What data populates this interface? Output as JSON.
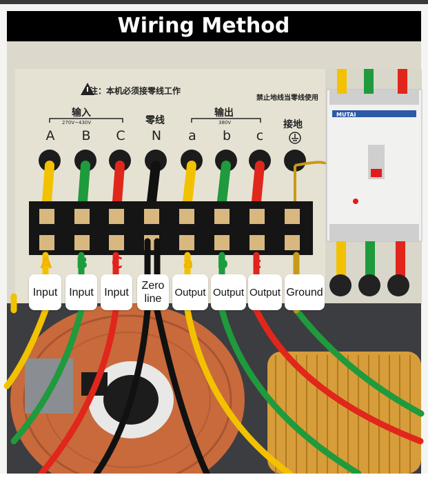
{
  "title": "Wiring Method",
  "panel": {
    "warning": "注：本机必须接零线工作",
    "warning_ground": "禁止地线当零线使用",
    "group_input": "输入",
    "group_input_range": "270V~430V",
    "group_zero": "零线",
    "group_output": "输出",
    "group_output_range": "380V",
    "group_ground": "接地",
    "top_letters": [
      "A",
      "B",
      "C",
      "N",
      "a",
      "b",
      "c"
    ],
    "bottom_letters": [
      {
        "text": "A",
        "color": "#f2b400"
      },
      {
        "text": "B",
        "color": "#1a9e3e"
      },
      {
        "text": "C",
        "color": "#e02020"
      },
      {
        "text": "a",
        "color": "#f2b400"
      },
      {
        "text": "b",
        "color": "#1a9e3e"
      },
      {
        "text": "c",
        "color": "#e02020"
      }
    ],
    "breaker_brand": "MUTAI"
  },
  "tags": [
    {
      "line1": "Input",
      "line2": ""
    },
    {
      "line1": "Input",
      "line2": ""
    },
    {
      "line1": "Input",
      "line2": ""
    },
    {
      "line1": "Zero",
      "line2": "line"
    },
    {
      "line1": "Output",
      "line2": ""
    },
    {
      "line1": "Output",
      "line2": ""
    },
    {
      "line1": "Output",
      "line2": ""
    },
    {
      "line1": "Ground",
      "line2": ""
    }
  ],
  "colors": {
    "yellow": "#f2c200",
    "green": "#1f9a3c",
    "red": "#e1261c",
    "black": "#111111",
    "copper": "#c06a3a",
    "panel": "#e6e2d3"
  }
}
